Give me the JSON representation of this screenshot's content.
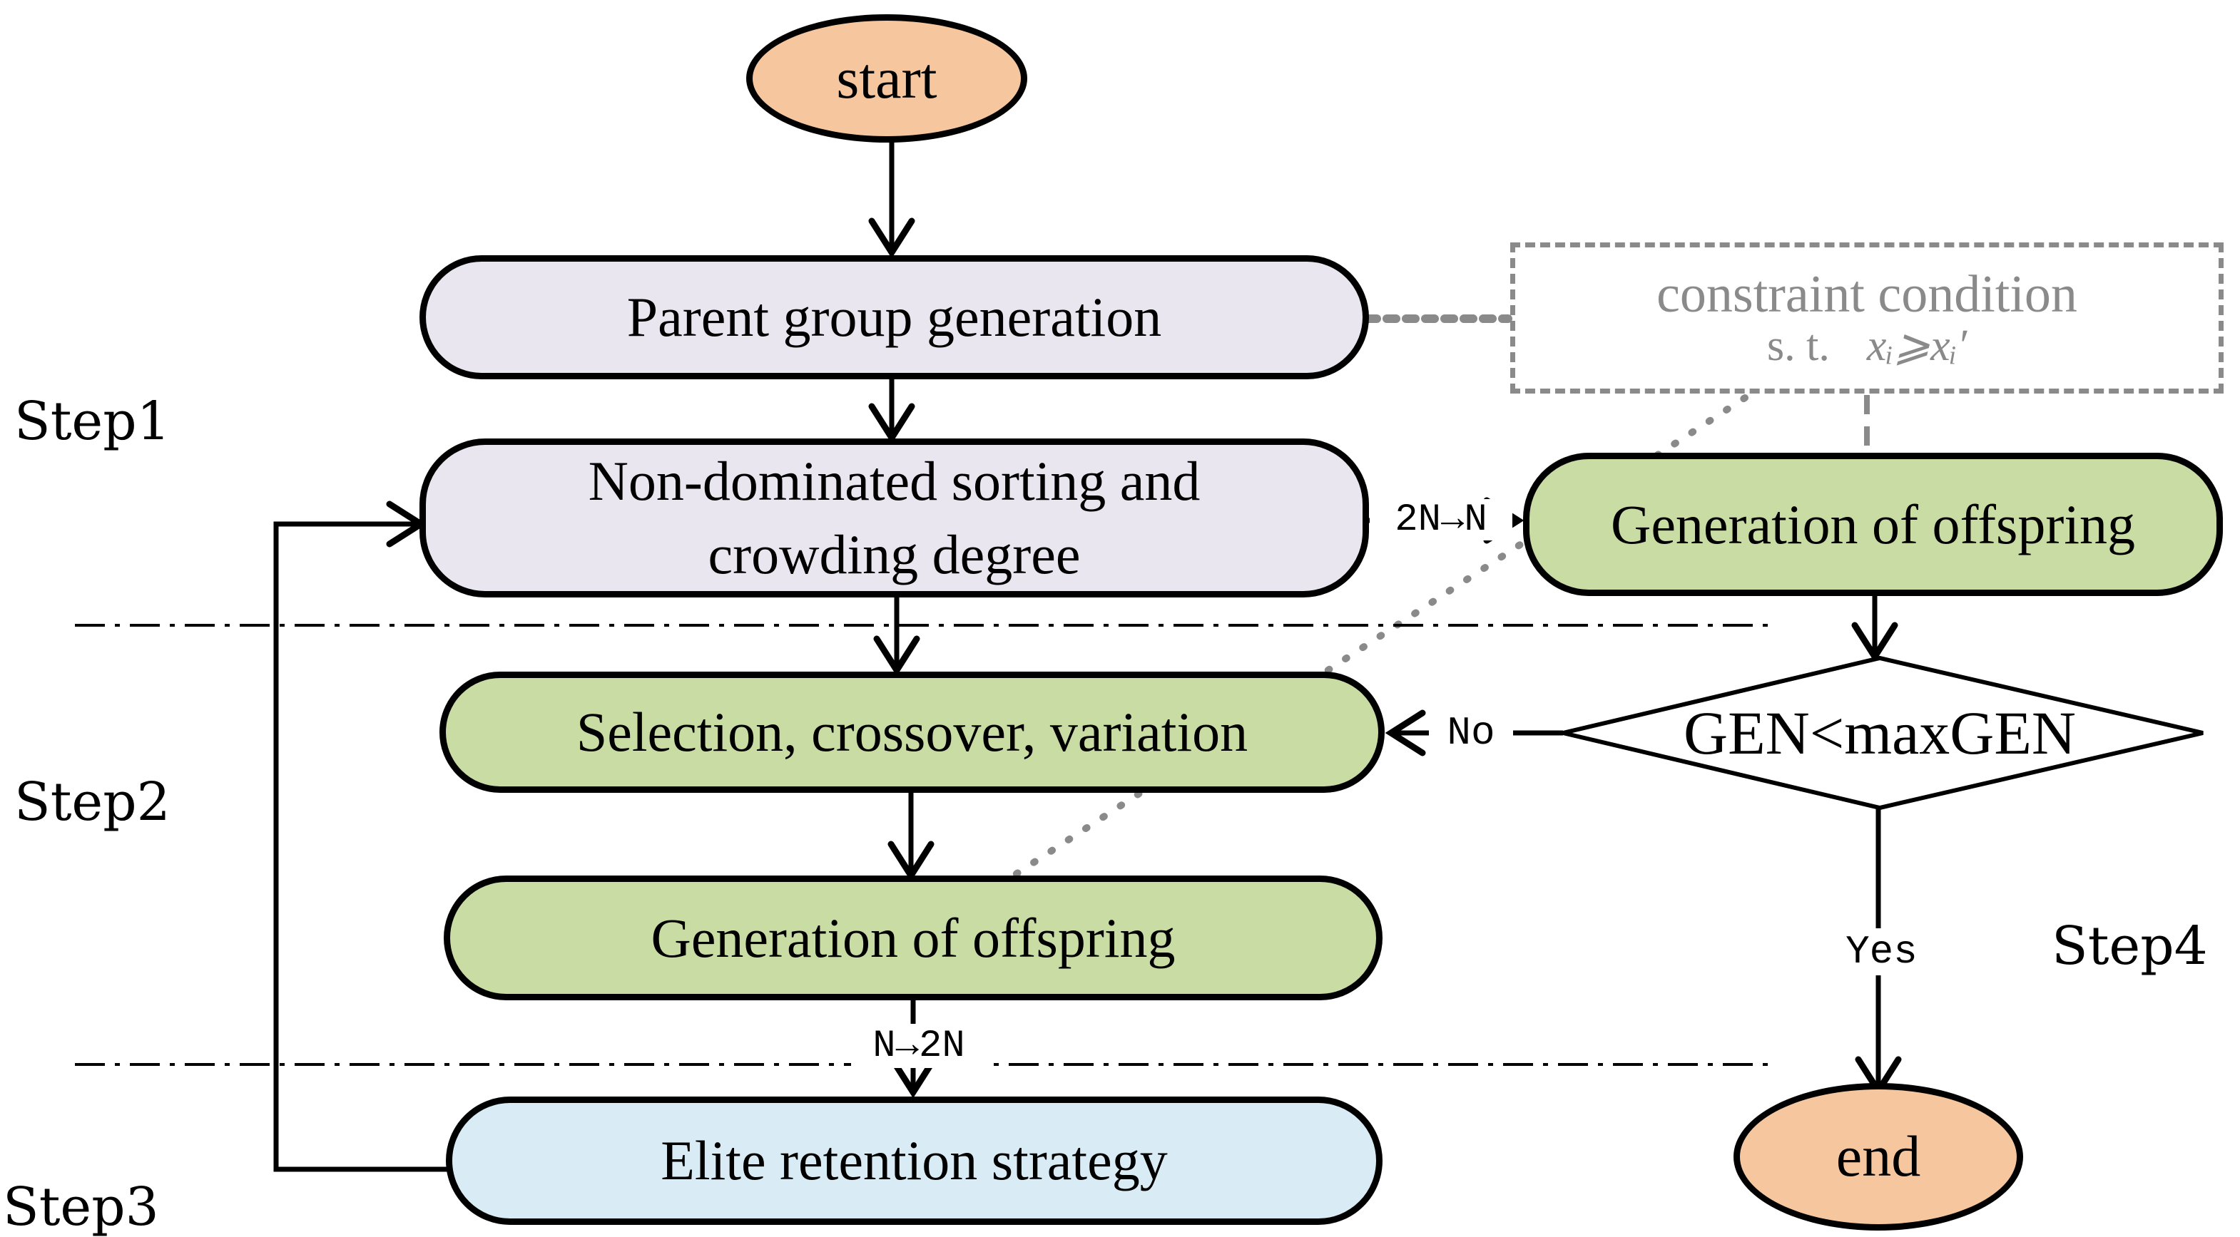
{
  "diagram": {
    "nodes": {
      "start": {
        "label": "start"
      },
      "parent_group": {
        "label": "Parent group generation"
      },
      "non_dominated": {
        "label_line1": "Non-dominated sorting and",
        "label_line2": "crowding degree"
      },
      "selection": {
        "label": "Selection, crossover, variation"
      },
      "offspring_left": {
        "label": "Generation of offspring"
      },
      "offspring_right": {
        "label": "Generation of offspring"
      },
      "elite": {
        "label": "Elite retention strategy"
      },
      "decision": {
        "label": "GEN<maxGEN"
      },
      "end": {
        "label": "end"
      }
    },
    "constraint_box": {
      "title": "constraint condition",
      "st_label": "s. t.",
      "expression": "xᵢ⩾xᵢ′"
    },
    "edge_labels": {
      "two_n_to_n": "2N→N",
      "n_to_two_n": "N→2N",
      "no": "No",
      "yes": "Yes"
    },
    "steps": [
      "Step1",
      "Step2",
      "Step3",
      "Step4"
    ],
    "colors": {
      "terminal_fill": "#F6C79E",
      "stage_fill": "#E9E6F0",
      "process_fill": "#C9DCA3",
      "elite_fill": "#D9ECF5",
      "decision_fill": "#FFFFFF",
      "line_black": "#000000",
      "constraint_gray": "#8A8A8A"
    }
  }
}
